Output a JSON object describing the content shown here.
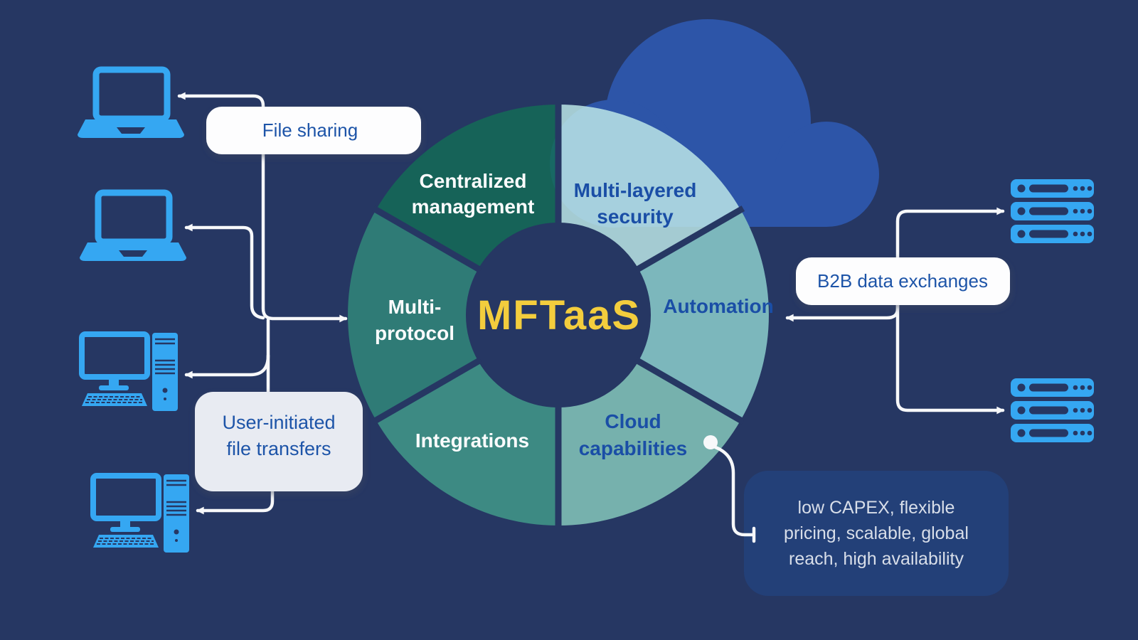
{
  "colors": {
    "background": "#263763",
    "cloud_blue": "#2d55a8",
    "device_blue": "#35a7f2",
    "connector_white": "#f7f8fa",
    "title_yellow": "#f3cd3d",
    "white_box_fill": "#fdfdfe",
    "gray_box_fill": "#e8ebf2",
    "note_box_fill": "#234078"
  },
  "center": {
    "title": "MFTaaS"
  },
  "donut": {
    "segments": [
      {
        "name": "multi-layered-security",
        "line1": "Multi-layered",
        "line2": "security",
        "fill": "#c1ebea"
      },
      {
        "name": "automation",
        "line1": "Automation",
        "fill": "#7cb7bc"
      },
      {
        "name": "cloud-capabilities",
        "line1": "Cloud",
        "line2": "capabilities",
        "fill": "#76b1ad"
      },
      {
        "name": "integrations",
        "line1": "Integrations",
        "fill": "#3d8a83"
      },
      {
        "name": "multi-protocol",
        "line1": "Multi-",
        "line2": "protocol",
        "fill": "#2f7b76"
      },
      {
        "name": "centralized-management",
        "line1": "Centralized",
        "line2": "management",
        "fill": "#146d55"
      }
    ]
  },
  "callouts": {
    "file_sharing": "File sharing",
    "user_initiated_line1": "User-initiated",
    "user_initiated_line2": "file transfers",
    "b2b": "B2B data exchanges",
    "cloud_note_line1": "low CAPEX, flexible",
    "cloud_note_line2": "pricing, scalable, global",
    "cloud_note_line3": "reach, high availability"
  },
  "icons": {
    "left_devices": [
      "laptop",
      "laptop",
      "desktop-computer",
      "desktop-computer"
    ],
    "right_devices": [
      "server-stack",
      "server-stack"
    ],
    "decoration": "cloud"
  }
}
